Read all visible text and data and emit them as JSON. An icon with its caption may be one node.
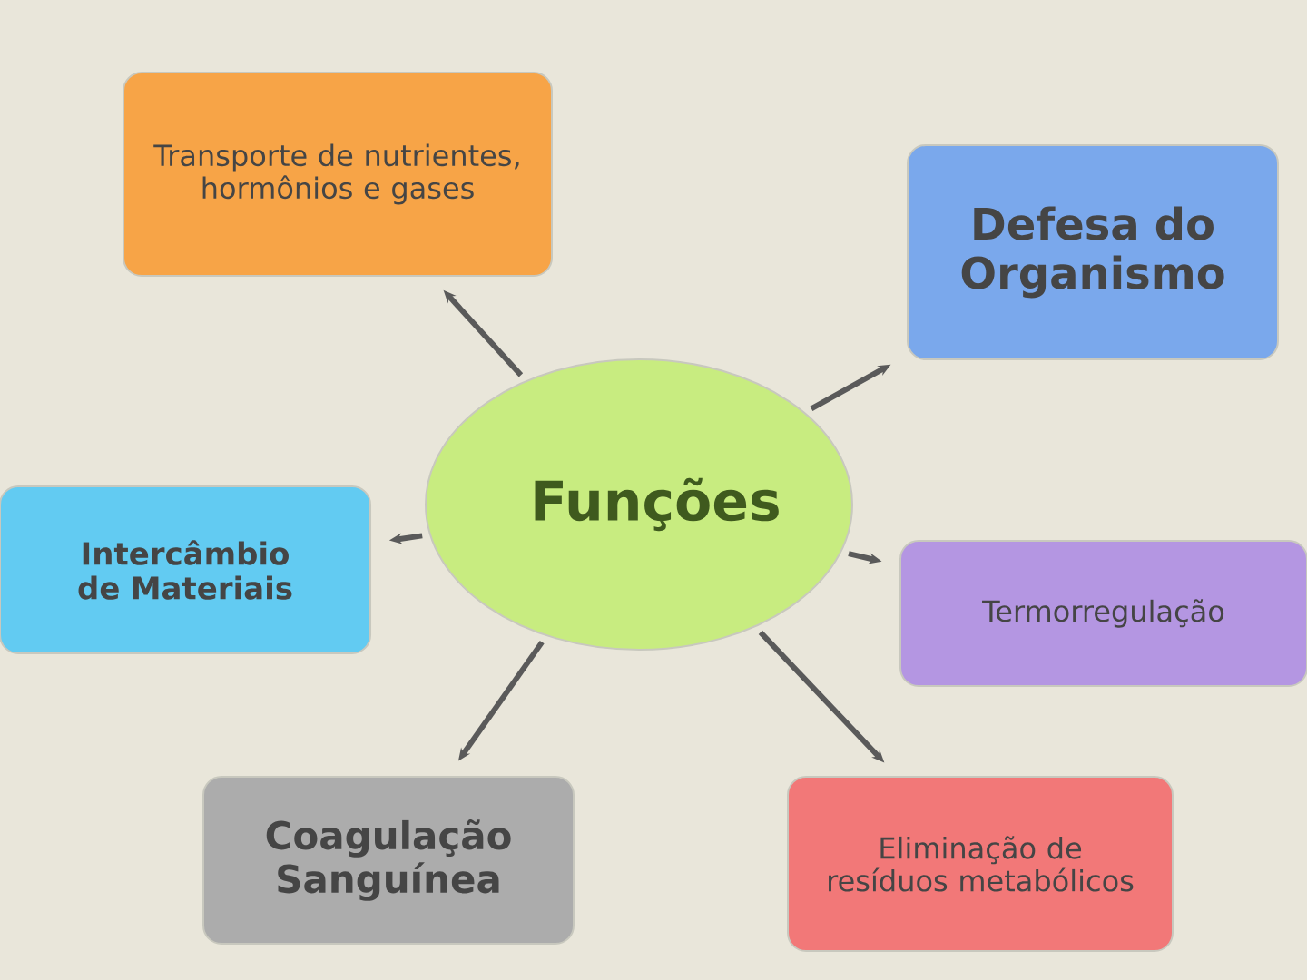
{
  "diagram": {
    "nodes": [
      {
        "text": [
          "Funções"
        ]
      },
      {
        "text": [
          "Transporte de nutrientes, hormônios e gases"
        ]
      },
      {
        "text": [
          "Defesa do Organismo"
        ]
      },
      {
        "text": [
          "Intercâmbio de Materiais"
        ]
      },
      {
        "text": [
          "Termorregulação"
        ]
      },
      {
        "text": [
          "Coagulação Sanguínea"
        ]
      },
      {
        "text": [
          "Eliminação de resíduos metabólicos"
        ]
      }
    ],
    "edges": [
      {
        "from": 0,
        "to": 1,
        "arrow": "to"
      },
      {
        "from": 0,
        "to": 2,
        "arrow": "to"
      },
      {
        "from": 0,
        "to": 3,
        "arrow": "to"
      },
      {
        "from": 0,
        "to": 4,
        "arrow": "to"
      },
      {
        "from": 0,
        "to": 5,
        "arrow": "to"
      },
      {
        "from": 0,
        "to": 6,
        "arrow": "to"
      }
    ]
  }
}
